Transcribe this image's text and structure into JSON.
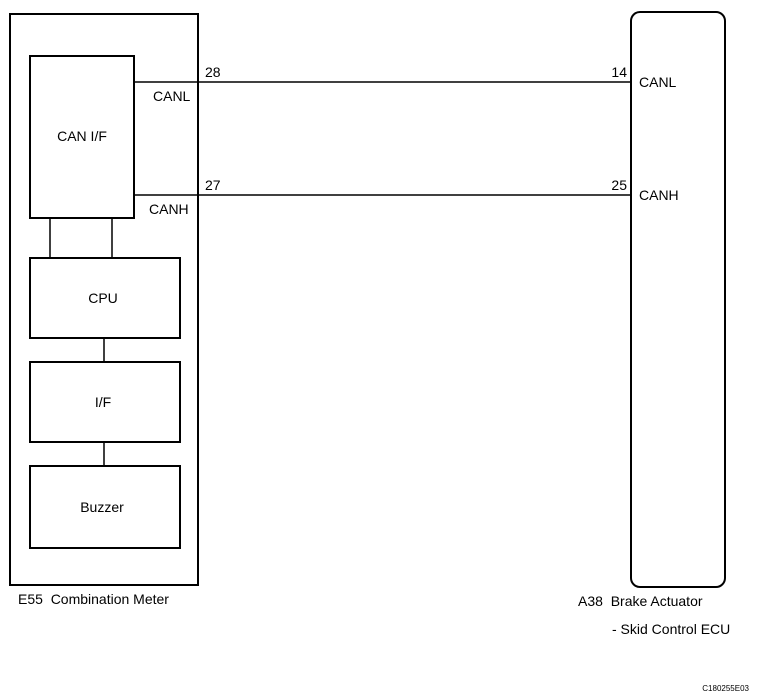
{
  "combination_meter": {
    "label": "E55  Combination Meter",
    "blocks": {
      "can_if": "CAN I/F",
      "cpu": "CPU",
      "if": "I/F",
      "buzzer": "Buzzer"
    },
    "pins": {
      "canl_number": "28",
      "canl_name": "CANL",
      "canh_number": "27",
      "canh_name": "CANH"
    }
  },
  "brake_actuator": {
    "label_line1": "A38  Brake Actuator",
    "label_line2": "- Skid Control ECU",
    "pins": {
      "canl_number": "14",
      "canl_name": "CANL",
      "canh_number": "25",
      "canh_name": "CANH"
    }
  },
  "figure_code": "C180255E03"
}
